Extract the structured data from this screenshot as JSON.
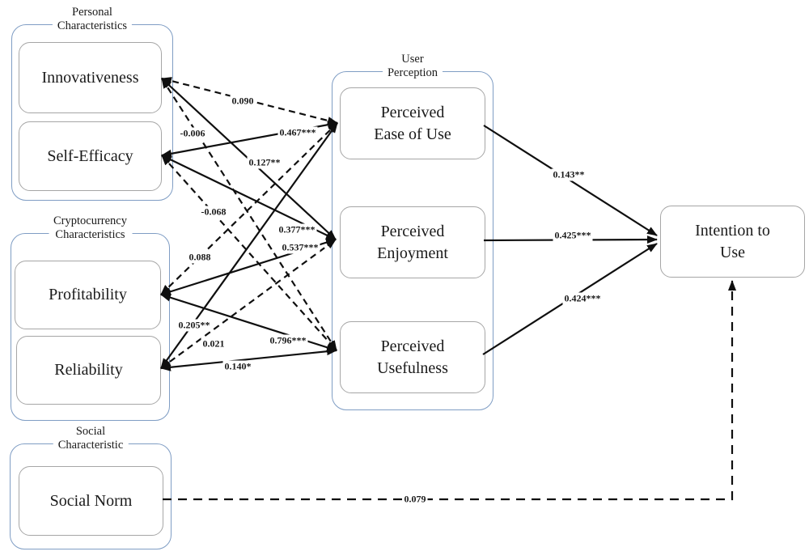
{
  "diagram": {
    "title": "Research model path diagram",
    "groups": {
      "personal": {
        "label_line1": "Personal",
        "label_line2": "Characteristics"
      },
      "cryptocurrency": {
        "label_line1": "Cryptocurrency",
        "label_line2": "Characteristics"
      },
      "social": {
        "label_line1": "Social",
        "label_line2": "Characteristic"
      },
      "perception": {
        "label_line1": "User",
        "label_line2": "Perception"
      }
    },
    "nodes": {
      "innovativeness": {
        "label": "Innovativeness"
      },
      "self_efficacy": {
        "label": "Self-Efficacy"
      },
      "profitability": {
        "label": "Profitability"
      },
      "reliability": {
        "label": "Reliability"
      },
      "social_norm": {
        "label": "Social Norm"
      },
      "perceived_ease_of_use": {
        "label_line1": "Perceived",
        "label_line2": "Ease of Use"
      },
      "perceived_enjoyment": {
        "label_line1": "Perceived",
        "label_line2": "Enjoyment"
      },
      "perceived_usefulness": {
        "label_line1": "Perceived",
        "label_line2": "Usefulness"
      },
      "intention_to_use": {
        "label_line1": "Intention to",
        "label_line2": "Use"
      }
    },
    "paths": [
      {
        "from": "Innovativeness",
        "to": "Perceived Ease of Use",
        "coefficient": "0.090",
        "style": "dashed"
      },
      {
        "from": "Innovativeness",
        "to": "Perceived Enjoyment",
        "coefficient": "0.127**",
        "style": "solid"
      },
      {
        "from": "Innovativeness",
        "to": "Perceived Usefulness",
        "coefficient": "-0.006",
        "style": "dashed"
      },
      {
        "from": "Self-Efficacy",
        "to": "Perceived Ease of Use",
        "coefficient": "0.467***",
        "style": "solid"
      },
      {
        "from": "Self-Efficacy",
        "to": "Perceived Enjoyment",
        "coefficient": "0.377***",
        "style": "solid"
      },
      {
        "from": "Self-Efficacy",
        "to": "Perceived Usefulness",
        "coefficient": "-0.068",
        "style": "dashed"
      },
      {
        "from": "Profitability",
        "to": "Perceived Ease of Use",
        "coefficient": "0.088",
        "style": "dashed"
      },
      {
        "from": "Profitability",
        "to": "Perceived Enjoyment",
        "coefficient": "0.537***",
        "style": "solid"
      },
      {
        "from": "Profitability",
        "to": "Perceived Usefulness",
        "coefficient": "0.796***",
        "style": "solid"
      },
      {
        "from": "Reliability",
        "to": "Perceived Ease of Use",
        "coefficient": "0.205**",
        "style": "solid"
      },
      {
        "from": "Reliability",
        "to": "Perceived Enjoyment",
        "coefficient": "0.021",
        "style": "dashed"
      },
      {
        "from": "Reliability",
        "to": "Perceived Usefulness",
        "coefficient": "0.140*",
        "style": "solid"
      },
      {
        "from": "Perceived Ease of Use",
        "to": "Intention to Use",
        "coefficient": "0.143**",
        "style": "solid"
      },
      {
        "from": "Perceived Enjoyment",
        "to": "Intention to Use",
        "coefficient": "0.425***",
        "style": "solid"
      },
      {
        "from": "Perceived Usefulness",
        "to": "Intention to Use",
        "coefficient": "0.424***",
        "style": "solid"
      },
      {
        "from": "Social Norm",
        "to": "Intention to Use",
        "coefficient": "0.079",
        "style": "dashed"
      }
    ],
    "colors": {
      "background": "#ffffff",
      "group_border": "#7f9dc4",
      "node_border": "#a6a6a6",
      "edge": "#0f0f0f",
      "text": "#1a1a1a"
    }
  }
}
